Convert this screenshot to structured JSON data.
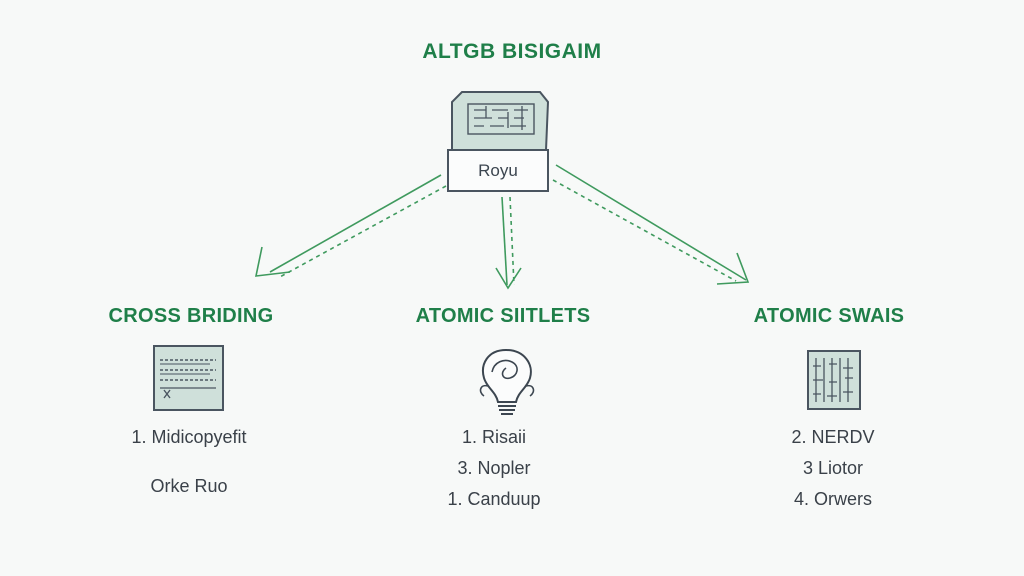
{
  "title": "ALTGB BISIGAIM",
  "root_label": "Royu",
  "columns": [
    {
      "heading": "CROSS BRIDING",
      "icon": "document-icon",
      "items": [
        "1. Midicopyefit",
        "Orke Ruo"
      ]
    },
    {
      "heading": "ATOMIC SIITLETS",
      "icon": "lightbulb-icon",
      "items": [
        "1. Risaii",
        "3. Nopler",
        "1. Canduup"
      ]
    },
    {
      "heading": "ATOMIC SWAIS",
      "icon": "circuit-board-icon",
      "items": [
        "2. NERDV",
        "3  Liotor",
        "4. Orwers"
      ]
    }
  ],
  "colors": {
    "accent": "#1f7f49",
    "arrow": "#3f9a5e",
    "icon_fill": "#cfe0da",
    "icon_stroke": "#4a5560"
  }
}
